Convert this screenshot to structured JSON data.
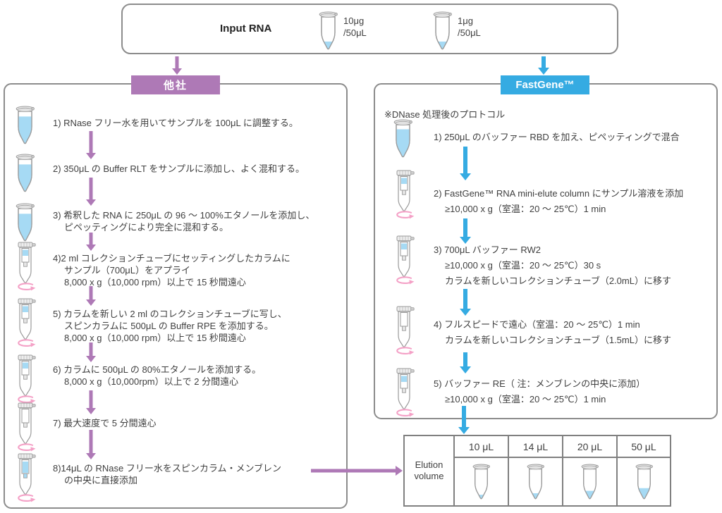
{
  "colors": {
    "purple": "#ae79b6",
    "blue": "#35abe2",
    "liquid_blue": "#a6daf4",
    "spin_pink": "#f4a0c6",
    "box_border_gray": "#8c8c8c",
    "table_border_gray": "#808080",
    "text": "#3f3f3f"
  },
  "input_box": {
    "title": "Input RNA",
    "samples": [
      {
        "icon": "microtube-icon",
        "line1": "10μg",
        "line2": "/50μL"
      },
      {
        "icon": "microtube-icon",
        "line1": "1μg",
        "line2": "/50μL"
      }
    ]
  },
  "left": {
    "header": "他社",
    "steps": [
      {
        "icon": "microtube-icon",
        "lines": [
          "1) RNase フリー水を用いてサンプルを 100μL に調整する。"
        ]
      },
      {
        "icon": "microtube-icon",
        "lines": [
          "2) 350μL の Buffer RLT をサンプルに添加し、よく混和する。"
        ]
      },
      {
        "icon": "microtube-icon",
        "lines": [
          "3) 希釈した RNA に 250μL の 96 ～ 100%エタノールを添加し、",
          "ピペッティングにより完全に混和する。"
        ]
      },
      {
        "icon": "spin-column-icon",
        "lines": [
          "4)2 ml コレクションチューブにセッティングしたカラムに",
          "サンプル（700μL）をアプライ",
          "8,000 x g（10,000 rpm）以上で 15 秒間遠心"
        ]
      },
      {
        "icon": "spin-column-icon",
        "lines": [
          "5) カラムを新しい 2 ml のコレクションチューブに写し、",
          "スピンカラムに 500μL の Buffer RPE を添加する。",
          "8,000 x g（10,000 rpm）以上で 15 秒間遠心"
        ]
      },
      {
        "icon": "spin-column-icon",
        "lines": [
          "6) カラムに 500μL の 80%エタノールを添加する。",
          "8,000 x g（10,000rpm）以上で 2 分間遠心"
        ]
      },
      {
        "icon": "spin-column-icon",
        "lines": [
          "7) 最大速度で 5 分間遠心"
        ]
      },
      {
        "icon": "spin-column-icon",
        "lines": [
          "8)14μL の RNase フリー水をスピンカラム・メンブレン",
          "の中央に直接添加"
        ]
      }
    ]
  },
  "right": {
    "header": "FastGene™",
    "note": "※DNase 処理後のプロトコル",
    "steps": [
      {
        "icon": "microtube-icon",
        "lines": [
          "1) 250μL のバッファー RBD を加え、ピペッティングで混合"
        ]
      },
      {
        "icon": "spin-column-icon",
        "lines": [
          "2) FastGene™ RNA mini-elute column にサンプル溶液を添加",
          "≥10,000 x g（室温：20 ～ 25℃）1 min"
        ]
      },
      {
        "icon": "spin-column-icon",
        "lines": [
          "3) 700μL バッファー RW2",
          "≥10,000 x g（室温：20 ～ 25℃）30 s",
          "カラムを新しいコレクションチューブ（2.0mL）に移す"
        ]
      },
      {
        "icon": "spin-column-icon",
        "lines": [
          "4) フルスピードで遠心（室温：20 ～ 25℃）1 min",
          "カラムを新しいコレクションチューブ（1.5mL）に移す"
        ]
      },
      {
        "icon": "spin-column-icon",
        "lines": [
          "5) バッファー RE（ 注：メンブレンの中央に添加）",
          "≥10,000 x g（室温：20 ～ 25℃）1 min"
        ]
      }
    ]
  },
  "elution_table": {
    "label_line1": "Elution",
    "label_line2": "volume",
    "volumes": [
      "10 μL",
      "14 μL",
      "20 μL",
      "50 μL"
    ],
    "tube_icons": [
      "microtube-icon",
      "microtube-icon",
      "microtube-icon",
      "microtube-icon"
    ]
  }
}
